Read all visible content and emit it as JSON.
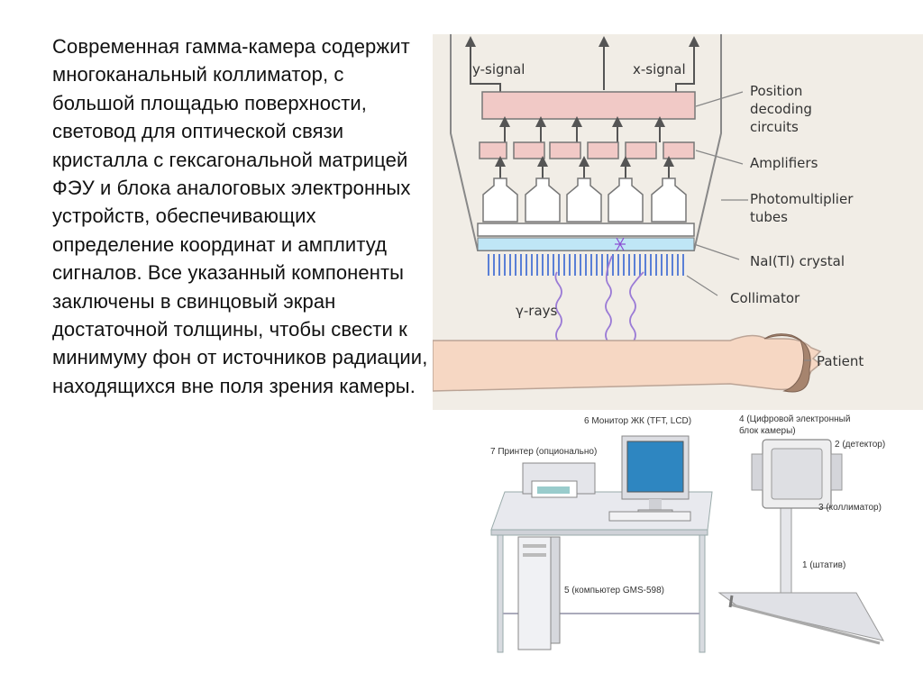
{
  "description_text": "Современная гамма-камера содержит многоканальный коллиматор, с большой площадью поверхности, световод для оптической связи кристалла с гексагональной матрицей ФЭУ и блока аналоговых электронных устройств, обеспечивающих определение координат и амплитуд сигналов. Все указанный компоненты заключены в свинцовый экран достаточной толщины, чтобы свести к минимуму фон от источников радиации, находящихся вне поля зрения камеры.",
  "diagram": {
    "y_signal": "y-signal",
    "x_signal": "x-signal",
    "labels": {
      "position_1": "Position",
      "position_2": "decoding",
      "position_3": "circuits",
      "amplifiers": "Amplifiers",
      "pmt_1": "Photomultiplier",
      "pmt_2": "tubes",
      "crystal": "NaI(Tl) crystal",
      "collimator": "Collimator",
      "gamma_rays": "γ-rays",
      "patient": "Patient"
    }
  },
  "equipment": {
    "monitor": "6 Монитор ЖК (TFT, LCD)",
    "block_1": "4 (Цифровой электронный",
    "block_2": "блок камеры)",
    "printer": "7 Принтер (опционально)",
    "detector": "2 (детектор)",
    "collimator": "3 (коллиматор)",
    "stand": "1 (штатив)",
    "computer": "5 (компьютер GMS-598)"
  },
  "colors": {
    "diagram_bg": "#f1ede6",
    "pink_block": "#f1c9c6",
    "crystal_blue": "#bfe6f6",
    "collimator_blue": "#5a7fd6",
    "skin": "#f6d7c3",
    "hair": "#a6846e"
  }
}
